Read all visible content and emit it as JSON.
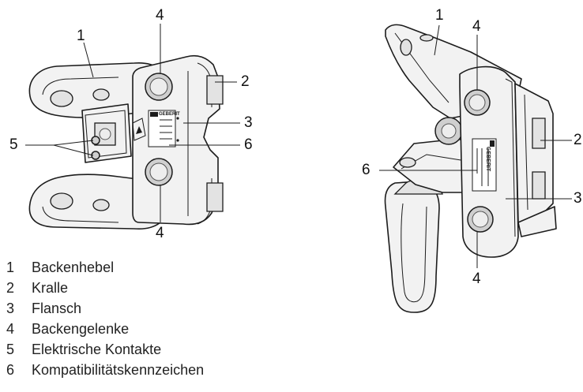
{
  "callouts": {
    "left": {
      "backenhebel": "1",
      "gelenk_oben": "4",
      "kralle": "2",
      "flansch": "3",
      "kennzeichen": "6",
      "kontakte": "5",
      "gelenk_unten": "4"
    },
    "right": {
      "backenhebel": "1",
      "gelenk_oben": "4",
      "kralle": "2",
      "kennzeichen": "6",
      "flansch": "3",
      "gelenk_unten": "4"
    }
  },
  "plate_brand": "GEBERIT",
  "legend": [
    {
      "num": "1",
      "text": "Backenhebel"
    },
    {
      "num": "2",
      "text": "Kralle"
    },
    {
      "num": "3",
      "text": "Flansch"
    },
    {
      "num": "4",
      "text": "Backengelenke"
    },
    {
      "num": "5",
      "text": "Elektrische Kontakte"
    },
    {
      "num": "6",
      "text": "Kompatibilitätskennzeichen"
    }
  ]
}
